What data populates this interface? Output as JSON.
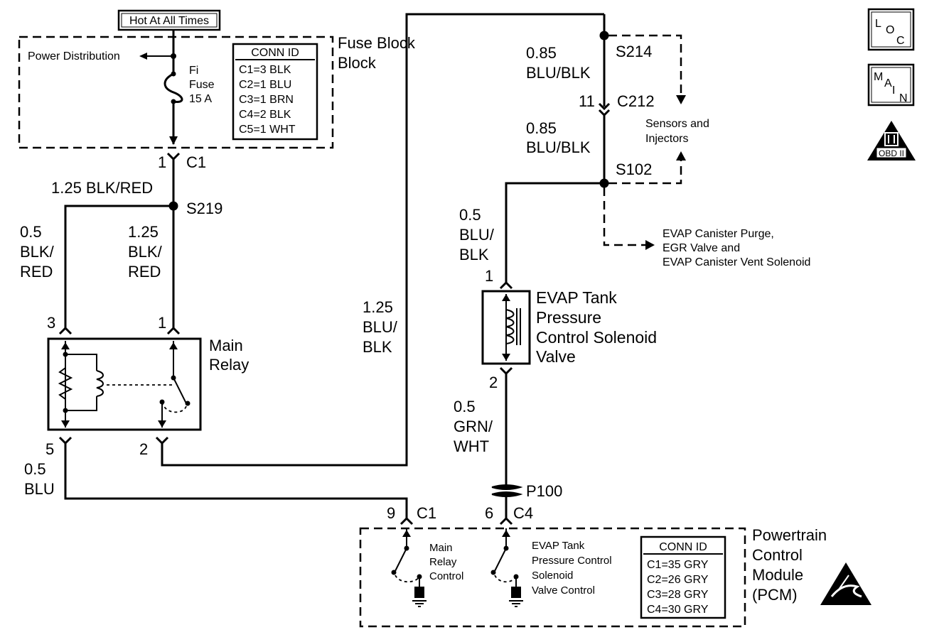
{
  "header": {
    "hot_label": "Hot At All Times"
  },
  "fuse_block": {
    "name": "Fuse Block",
    "power_distribution": "Power Distribution",
    "fuse_lines": [
      "Fi",
      "Fuse",
      "15 A"
    ],
    "conn_title": "CONN ID",
    "conn": [
      "C1=3 BLK",
      "C2=1 BLU",
      "C3=1 BRN",
      "C4=2 BLK",
      "C5=1 WHT"
    ],
    "pin": "1",
    "connector": "C1"
  },
  "wires": {
    "w1": "1.25 BLK/RED",
    "w_left": [
      "0.5",
      "BLK/",
      "RED"
    ],
    "w_mid": [
      "1.25",
      "BLK/",
      "RED"
    ],
    "w_long": [
      "1.25",
      "BLU/",
      "BLK"
    ],
    "w_top1": [
      "0.85",
      "BLU/BLK"
    ],
    "w_top2": [
      "0.85",
      "BLU/BLK"
    ],
    "w_sol_top": [
      "0.5",
      "BLU/",
      "BLK"
    ],
    "w_sol_bot": [
      "0.5",
      "GRN/",
      "WHT"
    ],
    "w_blu": [
      "0.5",
      "BLU"
    ]
  },
  "splices": {
    "s219": "S219",
    "s214": "S214",
    "s102": "S102",
    "c212": "C212",
    "c212_pin": "11",
    "p100": "P100"
  },
  "relay": {
    "name": [
      "Main",
      "Relay"
    ],
    "pin3": "3",
    "pin1": "1",
    "pin5": "5",
    "pin2": "2"
  },
  "solenoid": {
    "name": [
      "EVAP Tank",
      "Pressure",
      "Control Solenoid",
      "Valve"
    ],
    "pin1": "1",
    "pin2": "2"
  },
  "branches": {
    "sensors": [
      "Sensors and",
      "Injectors"
    ],
    "evap": [
      "EVAP Canister Purge,",
      "EGR Valve and",
      "EVAP Canister Vent Solenoid"
    ]
  },
  "pcm": {
    "name": [
      "Powertrain",
      "Control",
      "Module",
      "(PCM)"
    ],
    "pin9": "9",
    "c1": "C1",
    "pin6": "6",
    "c4": "C4",
    "relay_control": [
      "Main",
      "Relay",
      "Control"
    ],
    "evap_control": [
      "EVAP Tank",
      "Pressure Control",
      "Solenoid",
      "Valve Control"
    ],
    "conn_title": "CONN ID",
    "conn": [
      "C1=35 GRY",
      "C2=26 GRY",
      "C3=28 GRY",
      "C4=30 GRY"
    ]
  },
  "badges": {
    "loc": [
      "L",
      "O",
      "C"
    ],
    "main": [
      "M",
      "A",
      "I",
      "N"
    ],
    "obd": "OBD II"
  }
}
